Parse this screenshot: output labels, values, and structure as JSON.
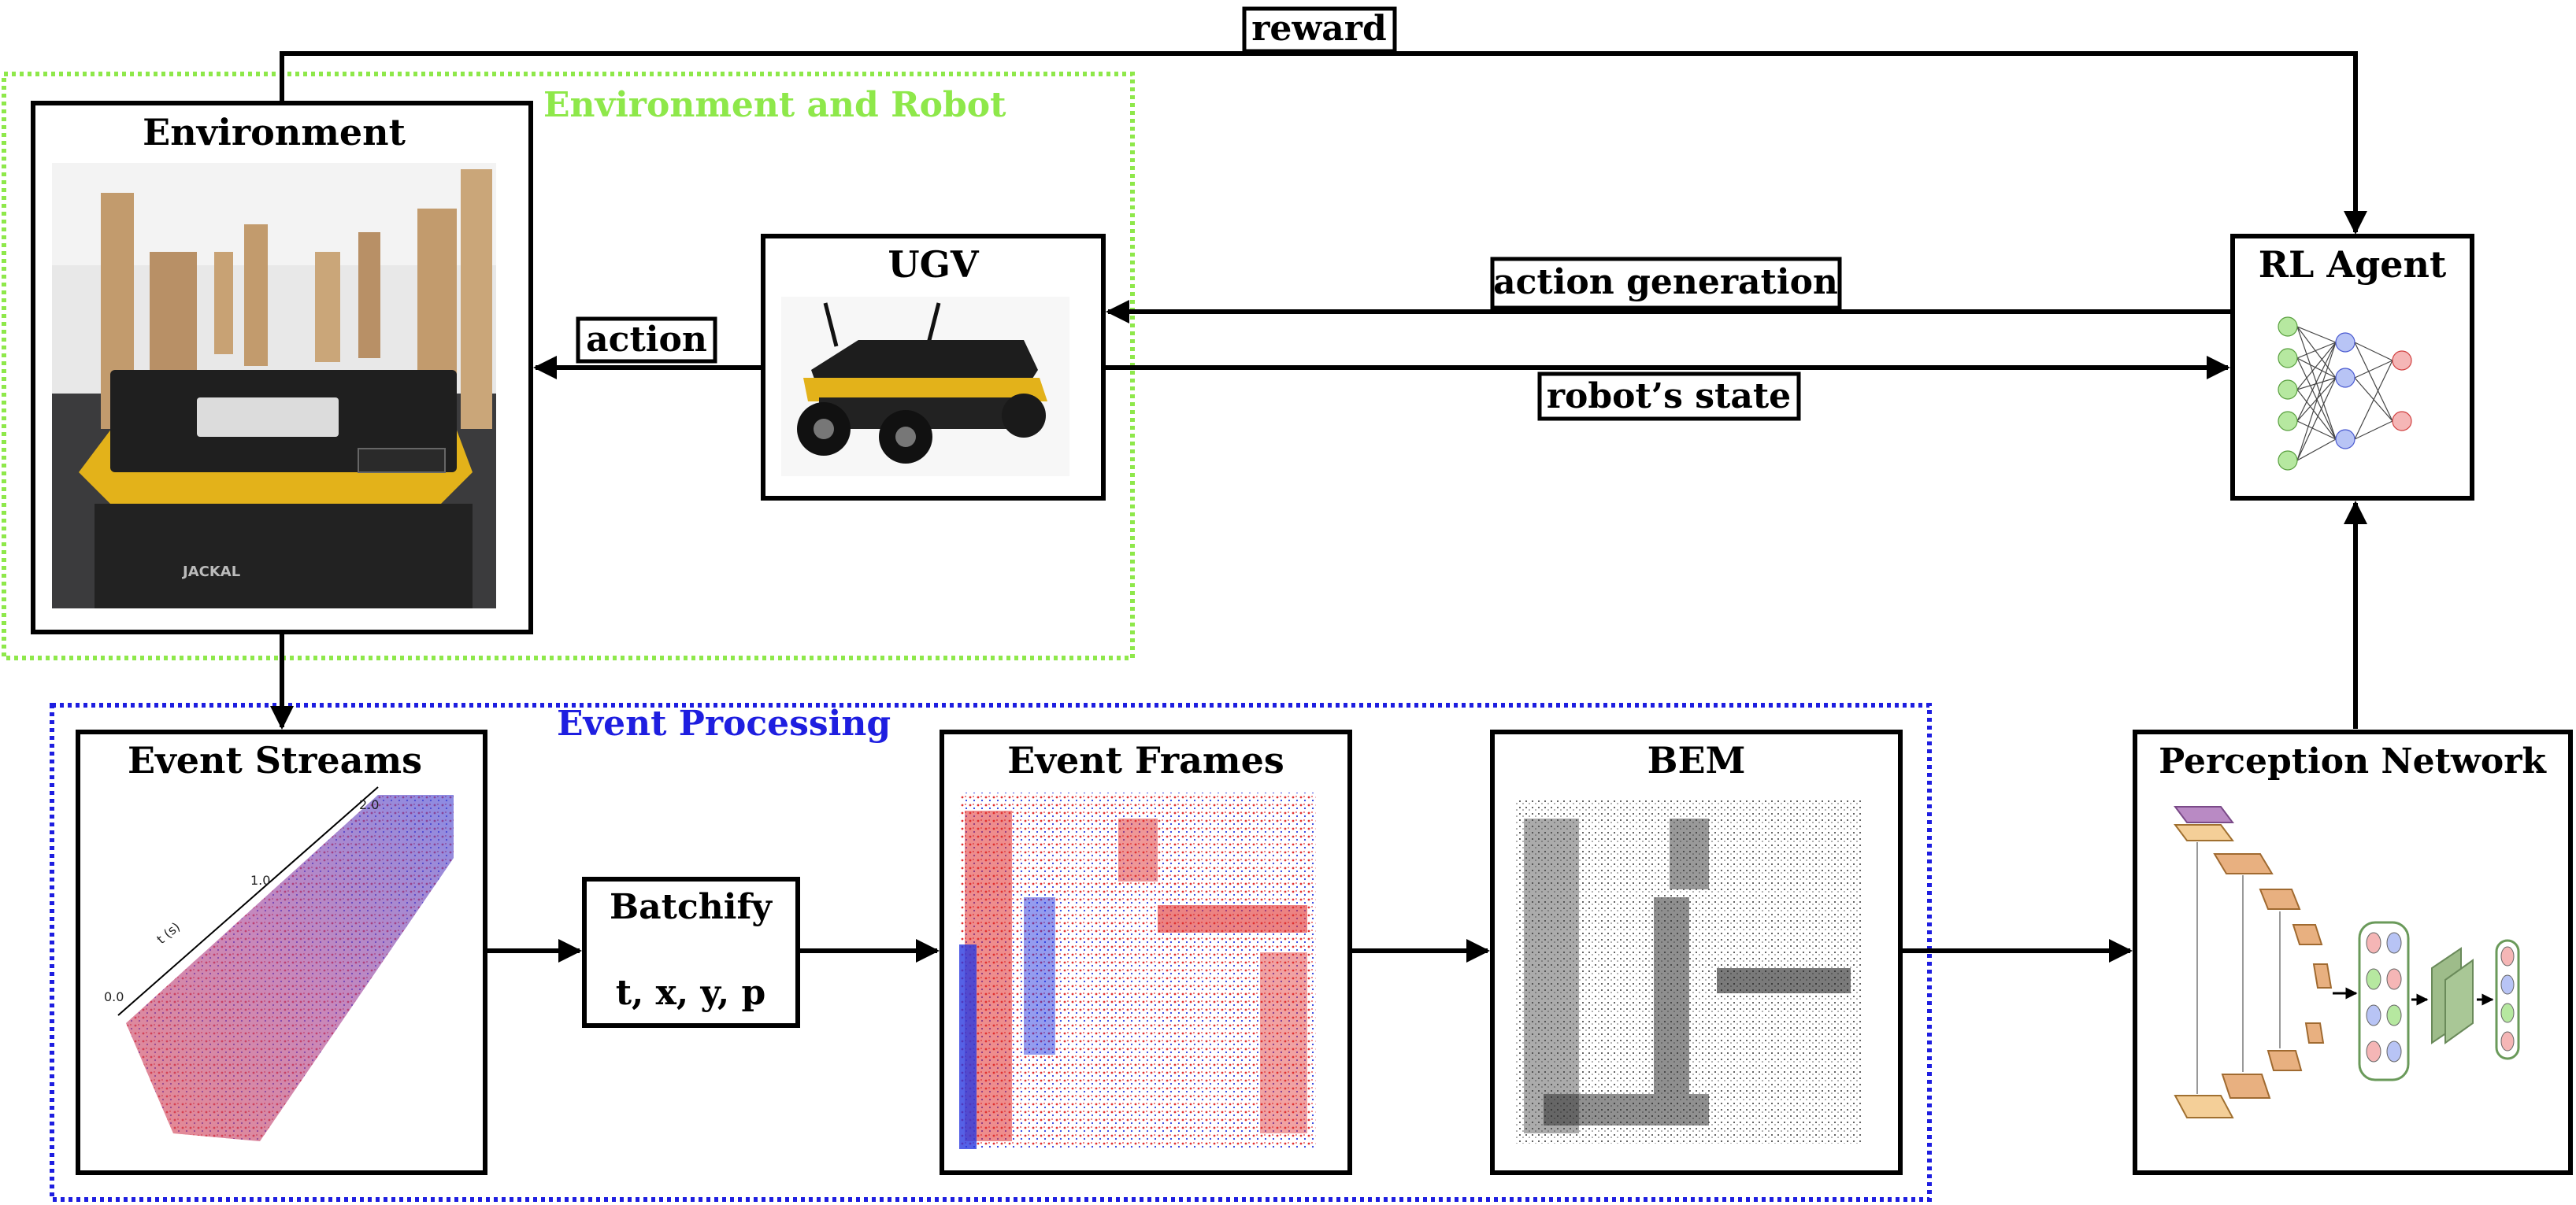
{
  "groups": {
    "env_robot": {
      "label": "Environment and Robot",
      "color": "#8ee84a"
    },
    "event_processing": {
      "label": "Event Processing",
      "color": "#1e1ee0"
    }
  },
  "nodes": {
    "environment": "Environment",
    "ugv": "UGV",
    "rl_agent": "RL Agent",
    "event_streams": "Event Streams",
    "batchify": "Batchify",
    "batchify_vars": "t, x, y, p",
    "event_frames": "Event Frames",
    "bem": "BEM",
    "perception_network": "Perception Network"
  },
  "edges": {
    "reward": "reward",
    "action": "action",
    "action_generation": "action generation",
    "robots_state": "robot’s state"
  },
  "image_text": {
    "robot_brand": "JACKAL",
    "axis_label": "t (s)",
    "ticks": [
      "0.0",
      "1.0",
      "2.0"
    ]
  },
  "icons": {
    "environment_photo": "robot-photo-icon",
    "ugv_photo": "ugv-robot-icon",
    "rl_network": "neural-network-icon",
    "event_cloud": "event-point-cloud-icon",
    "event_frame_img": "event-frame-image-icon",
    "bem_img": "bem-image-icon",
    "unet": "unet-architecture-icon"
  }
}
